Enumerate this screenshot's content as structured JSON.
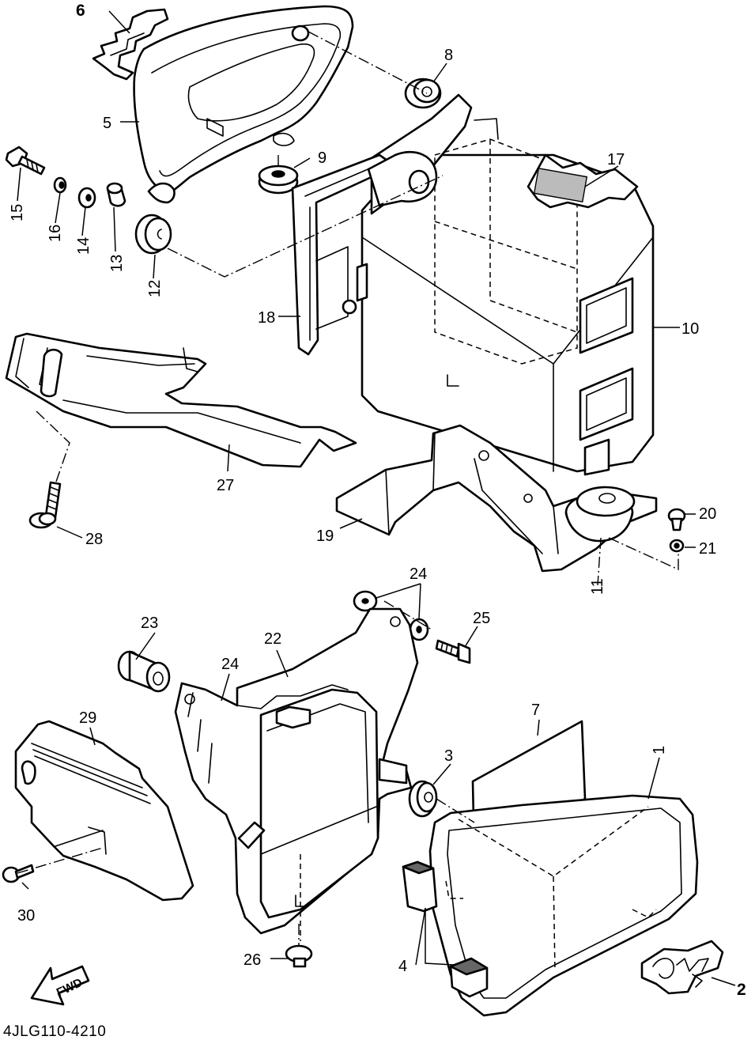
{
  "diagram_code": "4JLG110-4210",
  "fwd_label": "FWD",
  "callouts": {
    "c1": "1",
    "c2": "2",
    "c3": "3",
    "c4": "4",
    "c5": "5",
    "c6": "6",
    "c7": "7",
    "c8": "8",
    "c9": "9",
    "c10": "10",
    "c11": "11",
    "c12": "12",
    "c13": "13",
    "c14": "14",
    "c15": "15",
    "c16": "16",
    "c17": "17",
    "c18": "18",
    "c19": "19",
    "c20": "20",
    "c21": "21",
    "c22": "22",
    "c23": "23",
    "c24a": "24",
    "c24b": "24",
    "c25": "25",
    "c26": "26",
    "c27": "27",
    "c28": "28",
    "c29": "29",
    "c30": "30"
  }
}
